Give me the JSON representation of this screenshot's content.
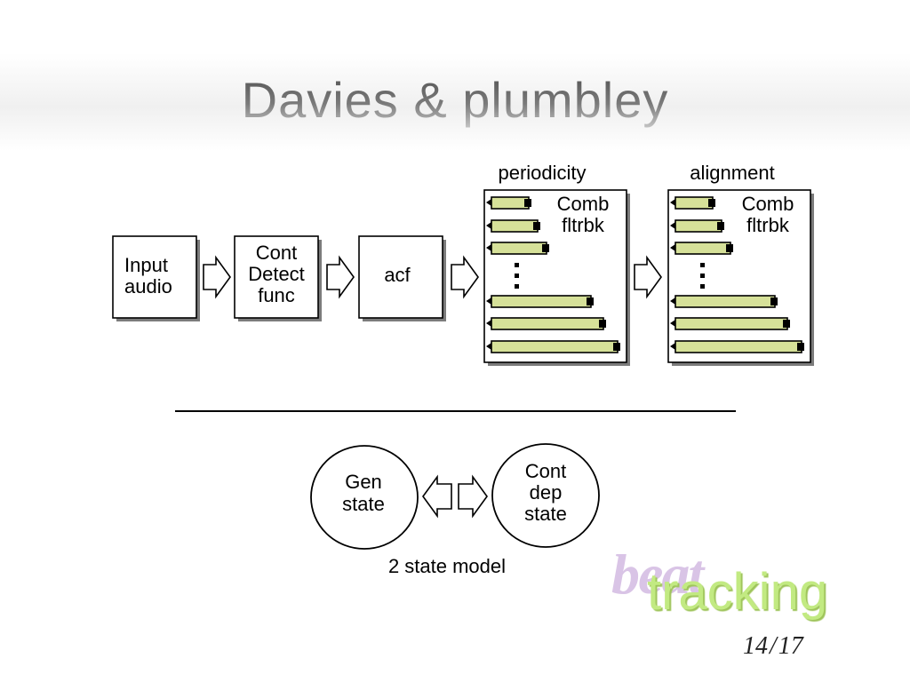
{
  "slide": {
    "title": "Davies & plumbley",
    "page_current": "14",
    "page_separator": "/",
    "page_total": "17"
  },
  "pipeline": {
    "input_box": [
      "Input",
      "audio"
    ],
    "detect_box": [
      "Cont",
      "Detect",
      "func"
    ],
    "acf_box": [
      "acf"
    ],
    "periodicity_label": "periodicity",
    "alignment_label": "alignment",
    "periodicity_bank": [
      "Comb",
      "fltrbk"
    ],
    "alignment_bank": [
      "Comb",
      "fltrbk"
    ]
  },
  "state_model": {
    "gen_state": [
      "Gen",
      "state"
    ],
    "cont_state": [
      "Cont",
      "dep",
      "state"
    ],
    "caption": "2 state model"
  },
  "logo": {
    "beat": "beat",
    "tracking": "tracking",
    "tracking_color": "#c2ea82",
    "beat_color": "#d9c4e6"
  },
  "colors": {
    "filter_bar": "#d6e199",
    "box_shadow": "#7c7c7c"
  }
}
